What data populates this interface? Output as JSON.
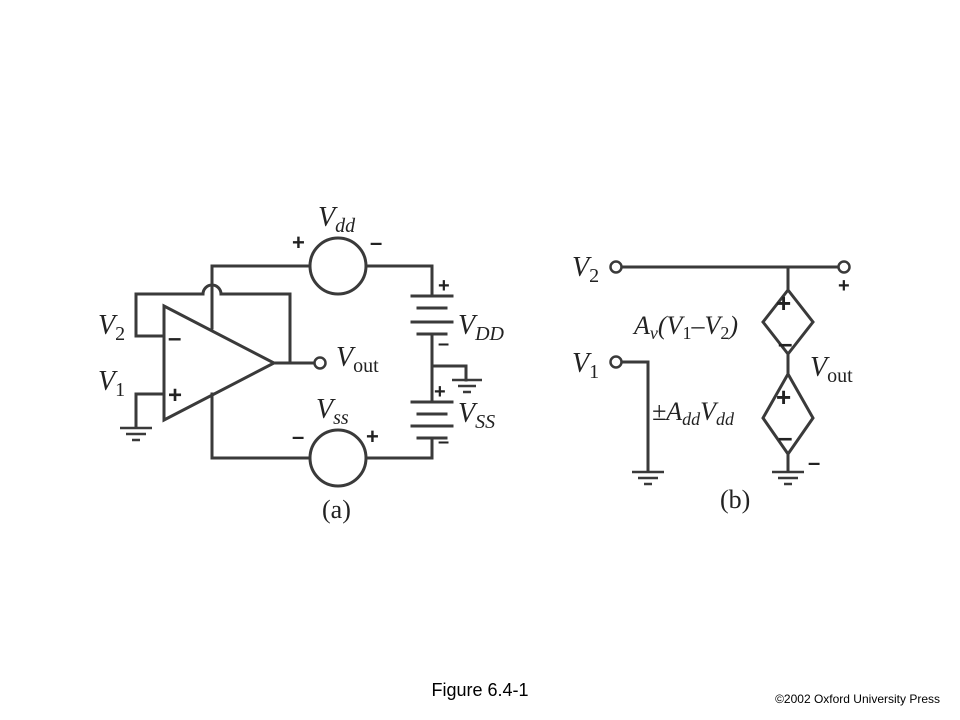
{
  "figure": {
    "caption": "Figure 6.4-1",
    "copyright": "©2002 Oxford University Press"
  },
  "circuit_a": {
    "sublabel": "(a)",
    "vdd": {
      "base": "V",
      "sub": "dd"
    },
    "vss": {
      "base": "V",
      "sub": "ss"
    },
    "vDD": {
      "base": "V",
      "sub": "DD"
    },
    "vSS": {
      "base": "V",
      "sub": "SS"
    },
    "v2": {
      "base": "V",
      "sub": "2"
    },
    "v1": {
      "base": "V",
      "sub": "1"
    },
    "vout": {
      "base": "V",
      "sub": "out"
    },
    "plus": "+",
    "minus": "–"
  },
  "circuit_b": {
    "sublabel": "(b)",
    "v2": {
      "base": "V",
      "sub": "2"
    },
    "v1": {
      "base": "V",
      "sub": "1"
    },
    "vout": {
      "base": "V",
      "sub": "out"
    },
    "gain": {
      "a": "A",
      "a_sub": "v",
      "open": "(V",
      "s1": "1",
      "dash": "–V",
      "s2": "2",
      "close": ")"
    },
    "supply": {
      "pm": "±A",
      "sub1": "dd",
      "v": "V",
      "sub2": "dd"
    },
    "plus": "+",
    "minus": "–"
  }
}
